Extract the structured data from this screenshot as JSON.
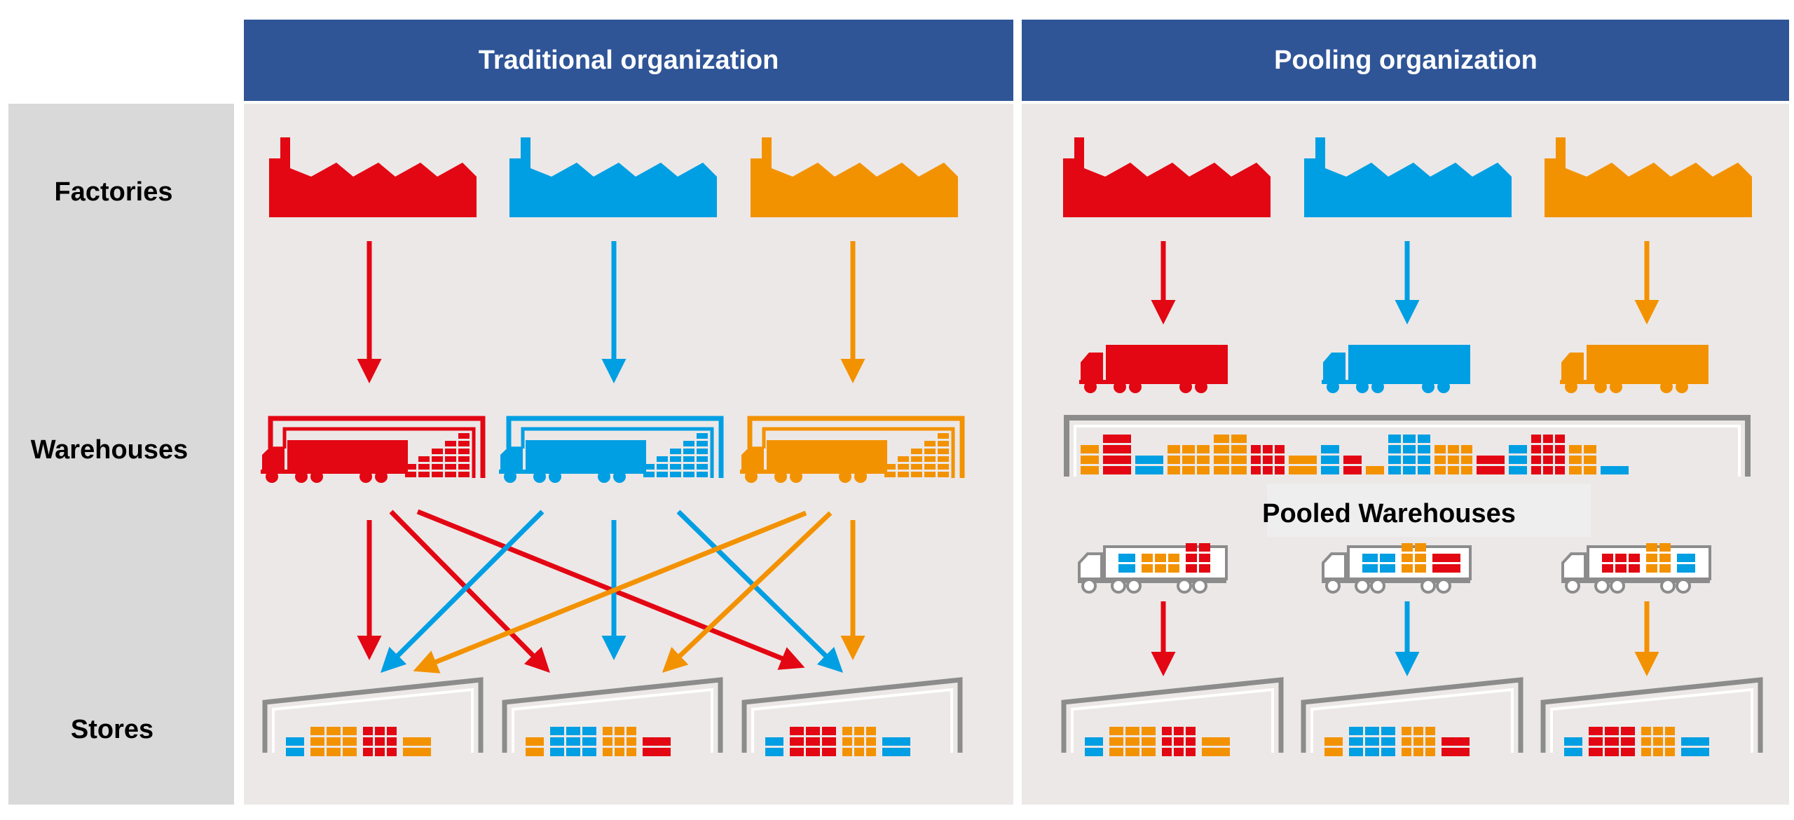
{
  "headers": {
    "traditional": "Traditional organization",
    "pooling": "Pooling organization"
  },
  "rows": {
    "factories": "Factories",
    "warehouses": "Warehouses",
    "stores": "Stores"
  },
  "pooled_label": "Pooled Warehouses",
  "colors": {
    "red": "#e30613",
    "blue": "#009fe3",
    "orange": "#f39200",
    "header_bg": "#2f5597",
    "panel_bg": "#ece8e7",
    "label_bg": "#d9d9d9",
    "outline_gray": "#8c8c8c"
  },
  "icons": [
    "factory-icon",
    "truck-icon",
    "warehouse-icon",
    "store-icon",
    "arrow-icon",
    "box-stack-icon"
  ]
}
